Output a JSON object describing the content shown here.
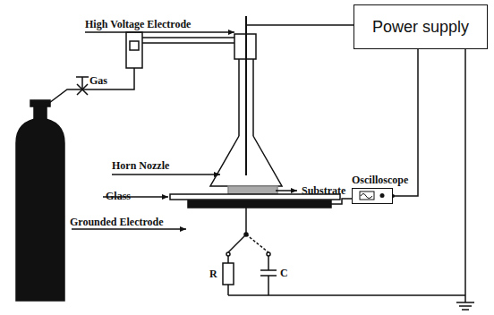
{
  "diagram": {
    "nodes": [
      {
        "text": [
          "Power supply"
        ]
      },
      {
        "text": [
          "Oscilloscope"
        ]
      }
    ],
    "edges": [
      {
        "from": 0,
        "to": 1,
        "arrow": "none"
      }
    ],
    "labels": [
      "High Voltage Electrode",
      "Gas",
      "Horn Nozzle",
      "Glass",
      "Substrate",
      "Grounded Electrode",
      "R",
      "C"
    ]
  }
}
